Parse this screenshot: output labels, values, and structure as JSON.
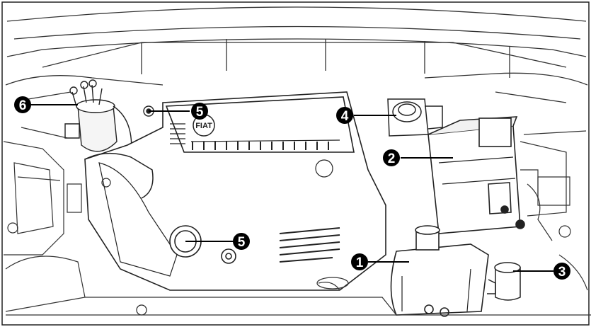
{
  "logo": {
    "text": "FIAT"
  },
  "callouts": [
    {
      "id": "c1",
      "number": "1",
      "target": "coolant expansion tank"
    },
    {
      "id": "c2",
      "number": "2",
      "target": "battery"
    },
    {
      "id": "c3",
      "number": "3",
      "target": "power steering fluid reservoir"
    },
    {
      "id": "c4",
      "number": "4",
      "target": "brake fluid reservoir"
    },
    {
      "id": "c5a",
      "number": "5",
      "target": "engine oil dipstick"
    },
    {
      "id": "c5b",
      "number": "5",
      "target": "engine oil filler cap"
    },
    {
      "id": "c6",
      "number": "6",
      "target": "fuel filter"
    }
  ]
}
